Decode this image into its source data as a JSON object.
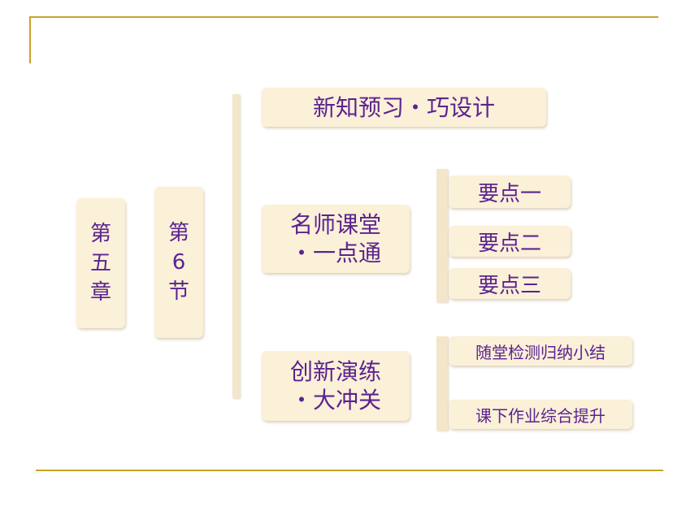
{
  "chapter": {
    "line1": "第",
    "line2": "五",
    "line3": "章"
  },
  "section": {
    "line1": "第",
    "line2": "6",
    "line3": "节"
  },
  "main": {
    "preview": "新知预习・巧设计",
    "classroom": {
      "line1": "名师课堂",
      "line2": "・一点通"
    },
    "practice": {
      "line1": "创新演练",
      "line2": "・大冲关"
    }
  },
  "points": [
    "要点一",
    "要点二",
    "要点三"
  ],
  "practice_items": [
    "随堂检测归纳小结",
    "课下作业综合提升"
  ],
  "colors": {
    "accent_gold": "#c9a227",
    "box_bg": "#fbf0d8",
    "text_purple": "#5b2390"
  }
}
